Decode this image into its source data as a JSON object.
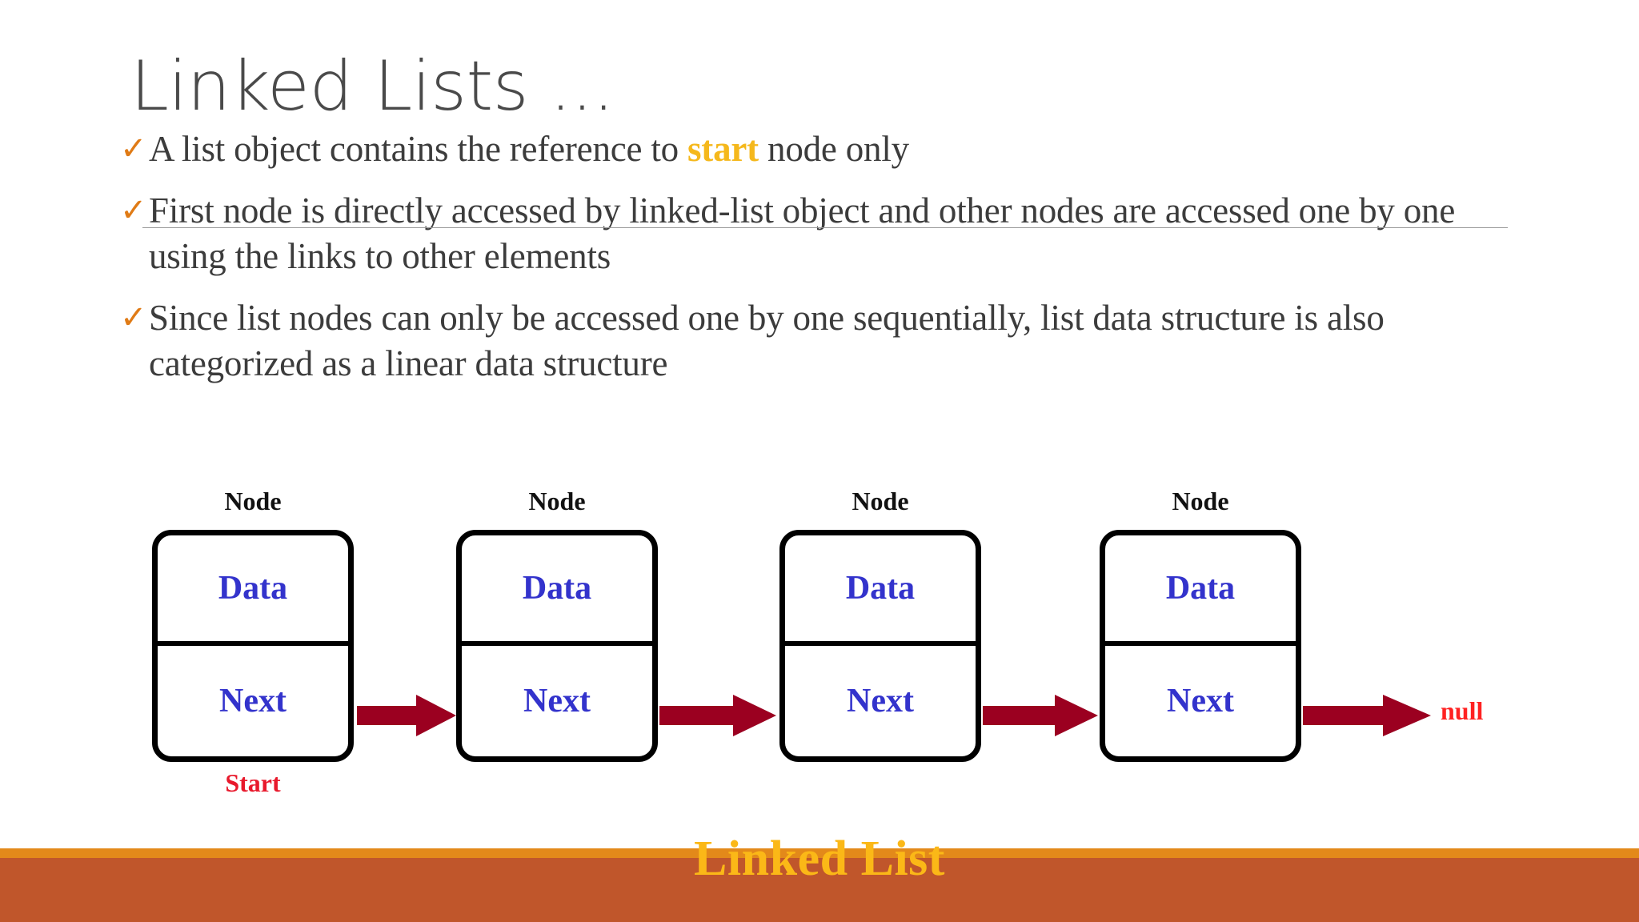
{
  "slide": {
    "title": "Linked Lists ...",
    "background_color": "#FFFFFF"
  },
  "bullets": [
    {
      "marker": "checkmark-icon",
      "marker_glyph": "✓",
      "marker_color": "#E07B16",
      "text_before": "A list object contains the reference to ",
      "highlight": "start",
      "highlight_color": "#F5B81C",
      "text_after": " node only"
    },
    {
      "marker": "checkmark-icon",
      "marker_glyph": "✓",
      "marker_color": "#E07B16",
      "text_before": "First node is directly accessed by linked-list object and other nodes are accessed one by one using the links to other elements",
      "highlight": "",
      "highlight_color": "",
      "text_after": ""
    },
    {
      "marker": "checkmark-icon",
      "marker_glyph": "✓",
      "marker_color": "#E07B16",
      "text_before": "Since list nodes can only be accessed one by one sequentially, list data structure is also categorized as a linear data structure",
      "highlight": "",
      "highlight_color": "",
      "text_after": ""
    }
  ],
  "diagram": {
    "node_label": "Node",
    "data_label": "Data",
    "next_label": "Next",
    "start_label": "Start",
    "null_label": "null",
    "node_border_color": "#000000",
    "field_text_color": "#3333CC",
    "arrow_color": "#9B0020",
    "start_color": "#E8192C",
    "null_color": "#FF2222",
    "node_count": 4,
    "nodes": [
      {
        "label": "Node",
        "data": "Data",
        "next": "Next"
      },
      {
        "label": "Node",
        "data": "Data",
        "next": "Next"
      },
      {
        "label": "Node",
        "data": "Data",
        "next": "Next"
      },
      {
        "label": "Node",
        "data": "Data",
        "next": "Next"
      }
    ]
  },
  "banner": {
    "caption": "Linked List",
    "strip_color": "#E3891A",
    "body_color": "#C0562B",
    "text_color": "#FBB817"
  }
}
